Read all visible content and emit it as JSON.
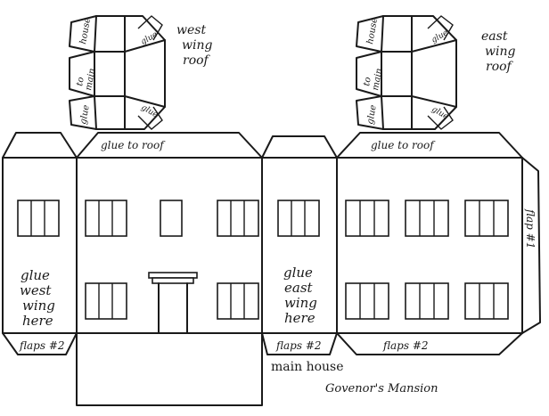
{
  "labels": {
    "west_roof": [
      "west",
      "wing",
      "roof"
    ],
    "east_roof": [
      "east",
      "wing",
      "roof"
    ],
    "glue": "glue",
    "house": "house",
    "to_main": [
      "to",
      "main"
    ],
    "glue_to_roof": "glue to roof",
    "glue_west": [
      "glue",
      "west",
      "wing",
      "here"
    ],
    "glue_east": [
      "glue",
      "east",
      "wing",
      "here"
    ],
    "flaps2": "flaps #2",
    "flap1": "flap #1",
    "main_house": "main house",
    "mansion": "Govenor's Mansion"
  },
  "colors": {
    "ink": "#1a1a1a",
    "paper": "#ffffff"
  }
}
